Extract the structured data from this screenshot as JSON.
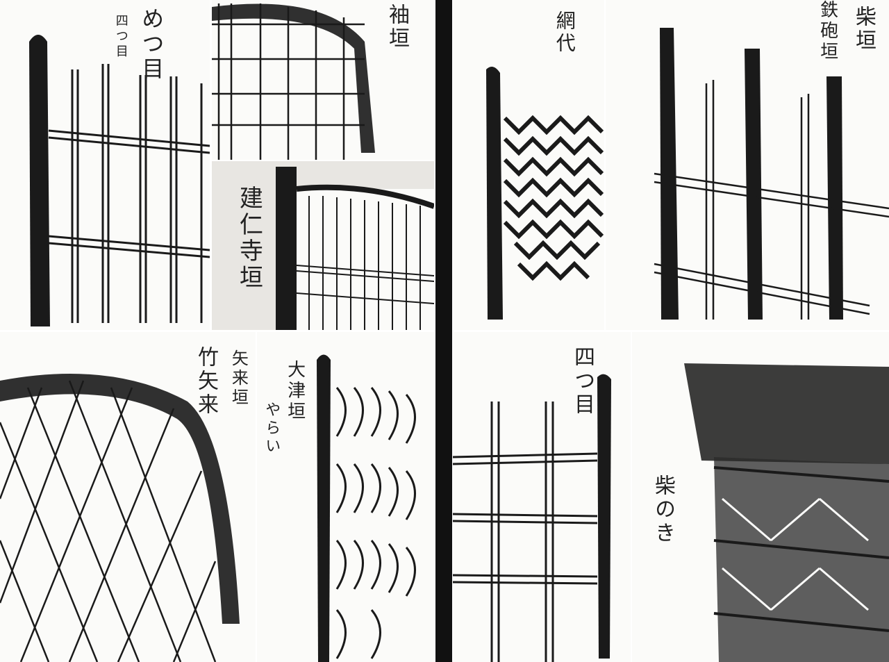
{
  "panels": {
    "p1": {
      "caption": "めつ目",
      "sub": "四つ目"
    },
    "p2": {
      "caption": "袖垣"
    },
    "p3": {
      "caption": "建仁寺垣"
    },
    "p4": {
      "caption": "網代"
    },
    "p5": {
      "caption": "柴垣",
      "sub": "鉄砲垣"
    },
    "p6": {
      "caption": "竹矢来",
      "sub": "矢来垣"
    },
    "p7": {
      "caption": "大津垣",
      "sub": "やらい"
    },
    "p8": {
      "caption": "四つ目"
    },
    "p9": {
      "caption": "柴のき"
    }
  },
  "colors": {
    "ink": "#1a1a1a",
    "paper": "#fbfbf9",
    "spine": "#111111"
  }
}
